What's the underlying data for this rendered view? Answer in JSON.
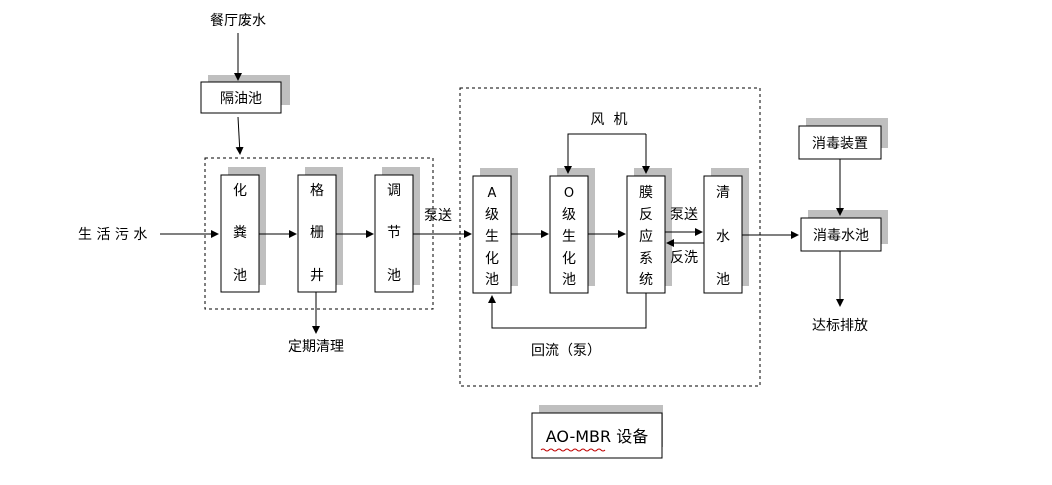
{
  "nodes": {
    "restaurant_wastewater": "餐厅废水",
    "grease_trap": "隔油池",
    "septic_tank": [
      "化",
      "粪",
      "池"
    ],
    "grille_well": [
      "格",
      "栅",
      "井"
    ],
    "equalization_tank": [
      "调",
      "节",
      "池"
    ],
    "a_tank": [
      "A",
      "级",
      "生",
      "化",
      "池"
    ],
    "o_tank": [
      "O",
      "级",
      "生",
      "化",
      "池"
    ],
    "membrane_system": [
      "膜",
      "反",
      "应",
      "系",
      "统"
    ],
    "clear_water_tank": [
      "清",
      "水",
      "池"
    ],
    "disinfection_device": "消毒装置",
    "disinfection_tank": "消毒水池",
    "domestic_sewage": "生 活 污 水",
    "blower": "风  机",
    "regular_cleaning": "定期清理",
    "discharge": "达标排放",
    "equipment_label": "AO-MBR 设备"
  },
  "edge_labels": {
    "pump_1": "泵送",
    "pump_2": "泵送",
    "backwash": "反洗",
    "reflux": "回流（泵）"
  },
  "colors": {
    "line": "#000000",
    "shadow": "#bfbfbf",
    "box_fill": "#ffffff",
    "squiggle": "#c00000"
  }
}
